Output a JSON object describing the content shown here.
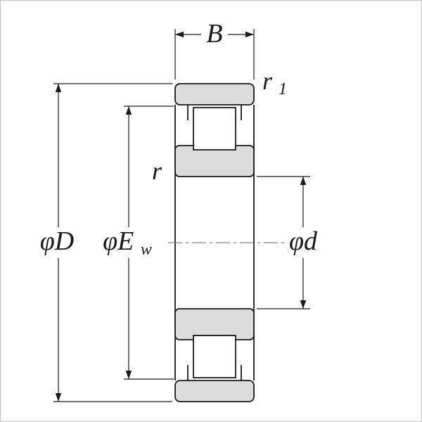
{
  "labels": {
    "width_b": "B",
    "chamfer_r1": {
      "main": "r",
      "sub": "1"
    },
    "chamfer_r": "r",
    "outer_dia": "φD",
    "raceway_dia": {
      "main": "φE",
      "sub": "w"
    },
    "bore_dia": "φd"
  },
  "colors": {
    "line": "#1a1a1a",
    "fill": "#dcdcdc",
    "centerline": "#808080",
    "background": "#ffffff",
    "border": "#c0c0c0"
  }
}
